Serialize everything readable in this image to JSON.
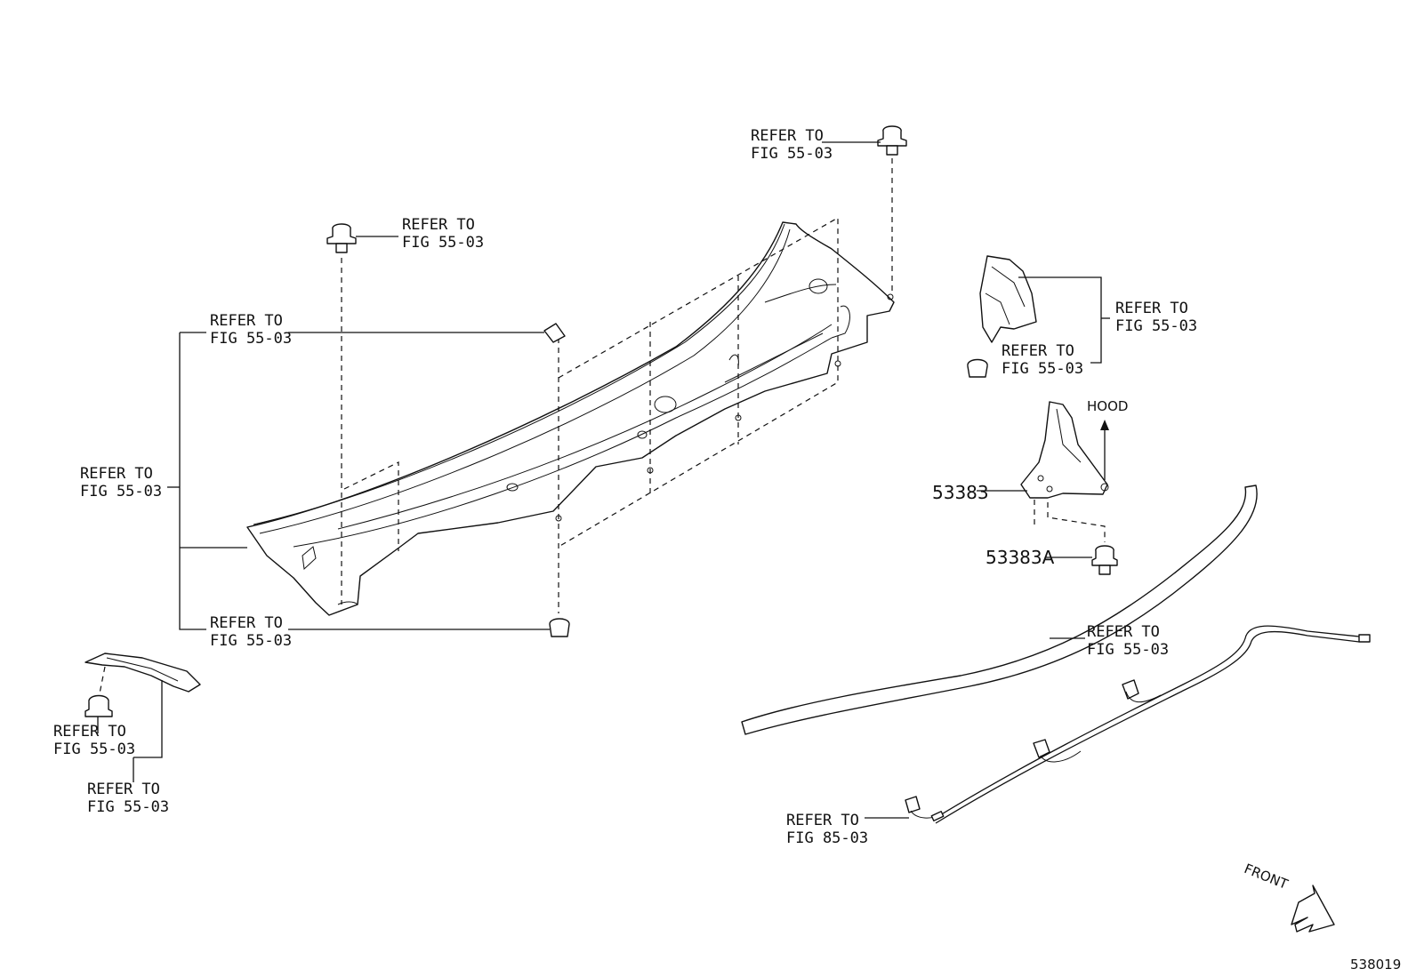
{
  "diagram": {
    "refer_label_line1": "REFER TO",
    "fig_55": "FIG 55-03",
    "fig_85": "FIG 85-03",
    "part_53383": "53383",
    "part_53383A": "53383A",
    "hood_label": "HOOD",
    "front_label": "FRONT",
    "illustration_number": "538019"
  }
}
